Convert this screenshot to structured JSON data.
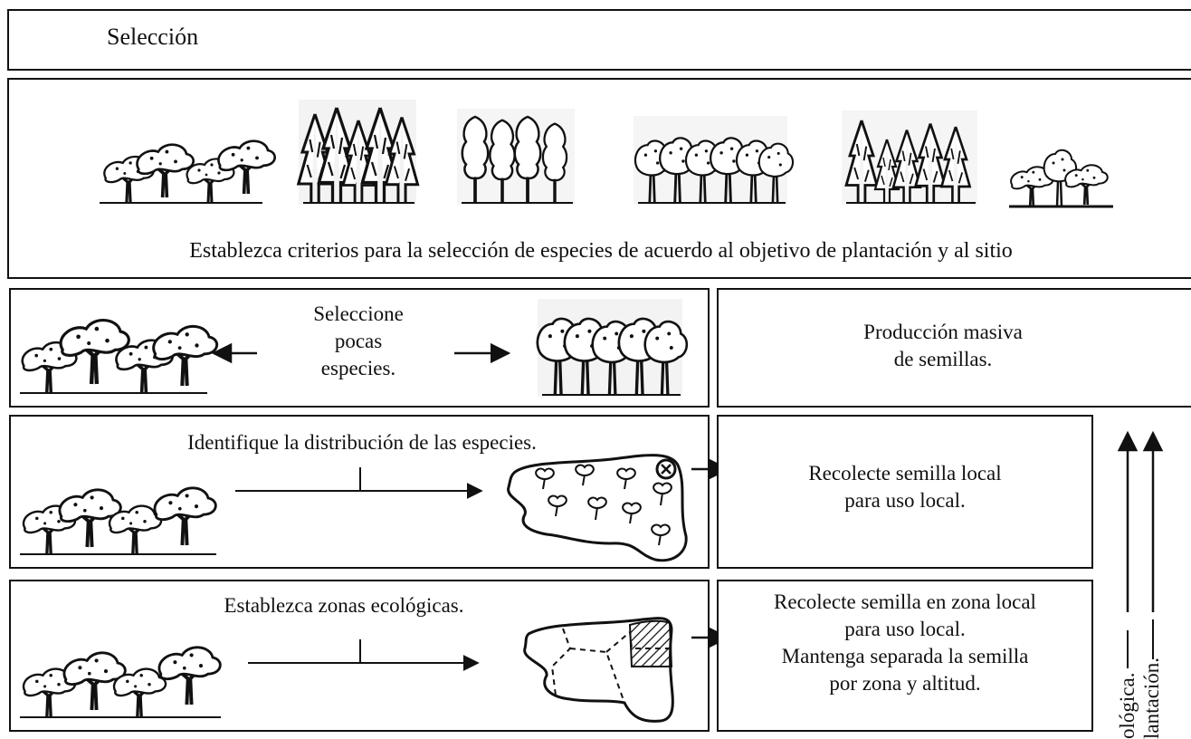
{
  "title": "Selección",
  "criteria_text": "Establezca criterios para la selección de especies de acuerdo al objetivo de plantación y al sitio",
  "row1": {
    "center": [
      "Seleccione",
      "pocas",
      "especies."
    ],
    "right": [
      "Producción masiva",
      "de semillas."
    ]
  },
  "row2": {
    "left": "Identifique la distribución de las especies.",
    "right": [
      "Recolecte semilla local",
      "para uso local."
    ]
  },
  "row3": {
    "left": "Establezca zonas ecológicas.",
    "right": [
      "Recolecte semilla en zona local",
      "para uso local.",
      "Mantenga separada la semilla",
      "por zona y altitud."
    ]
  },
  "side_labels": [
    "ológica.",
    "lantación."
  ],
  "icons": [
    "broadleaf-forest",
    "conifer-forest",
    "poplar-forest",
    "dense-forest",
    "mixed-forest",
    "small-grove",
    "distribution-map",
    "ecozone-map",
    "arrow-right",
    "arrow-left",
    "arrow-up"
  ]
}
